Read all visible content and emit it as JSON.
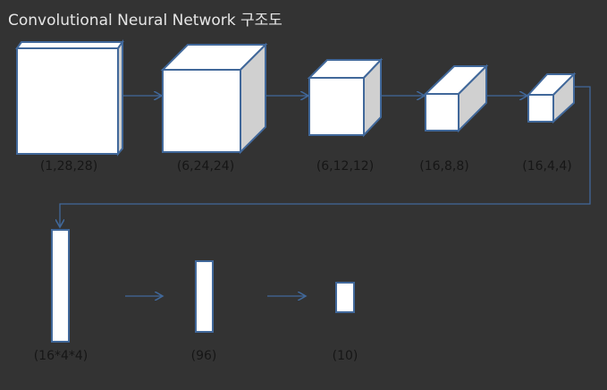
{
  "title": "Convolutional Neural Network 구조도",
  "layers": [
    {
      "shape": "(1,28,28)"
    },
    {
      "shape": "(6,24,24)"
    },
    {
      "shape": "(6,12,12)"
    },
    {
      "shape": "(16,8,8)"
    },
    {
      "shape": "(16,4,4)"
    },
    {
      "shape": "(16*4*4)"
    },
    {
      "shape": "(96)"
    },
    {
      "shape": "(10)"
    }
  ],
  "colors": {
    "background": "#333333",
    "stroke": "#41689a",
    "face": "#ffffff",
    "side": "#d0d0d0"
  }
}
